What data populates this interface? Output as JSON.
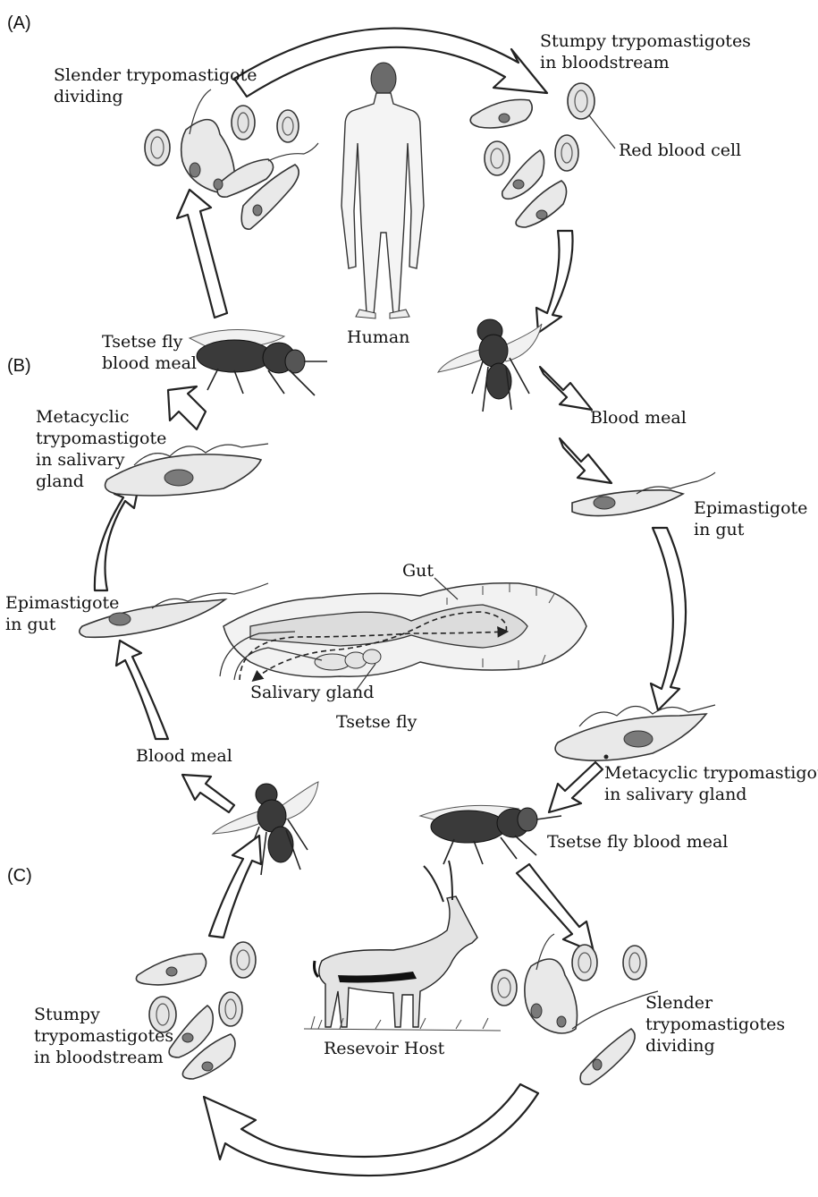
{
  "panels": {
    "a": "(A)",
    "b": "(B)",
    "c": "(C)"
  },
  "labels": {
    "slender_dividing_top": [
      "Slender trypomastigote",
      "dividing"
    ],
    "stumpy_top": [
      "Stumpy trypomastigotes",
      "in bloodstream"
    ],
    "red_blood_cell": "Red blood cell",
    "human": "Human",
    "tsetse_blood_meal_left": [
      "Tsetse fly",
      "blood meal"
    ],
    "blood_meal_right": "Blood meal",
    "metacyclic_left": [
      "Metacyclic",
      "trypomastigote",
      "in salivary",
      "gland"
    ],
    "epimastigote_right": [
      "Epimastigote",
      "in gut"
    ],
    "gut": "Gut",
    "epimastigote_left": [
      "Epimastigote",
      "in gut"
    ],
    "salivary_gland": "Salivary gland",
    "tsetse_fly": "Tsetse fly",
    "blood_meal_left": "Blood meal",
    "metacyclic_right": [
      "Metacyclic trypomastigote",
      "in salivary gland"
    ],
    "tsetse_blood_meal_right": "Tsetse fly blood meal",
    "stumpy_bottom": [
      "Stumpy",
      "trypomastigotes",
      "in bloodstream"
    ],
    "reservoir_host": "Resevoir Host",
    "slender_dividing_bottom": [
      "Slender",
      "trypomastigotes",
      "dividing"
    ]
  },
  "icons": [
    "human-figure",
    "tsetse-fly",
    "red-blood-cell",
    "trypomastigote",
    "epimastigote",
    "tsetse-gut-diagram",
    "antelope"
  ]
}
